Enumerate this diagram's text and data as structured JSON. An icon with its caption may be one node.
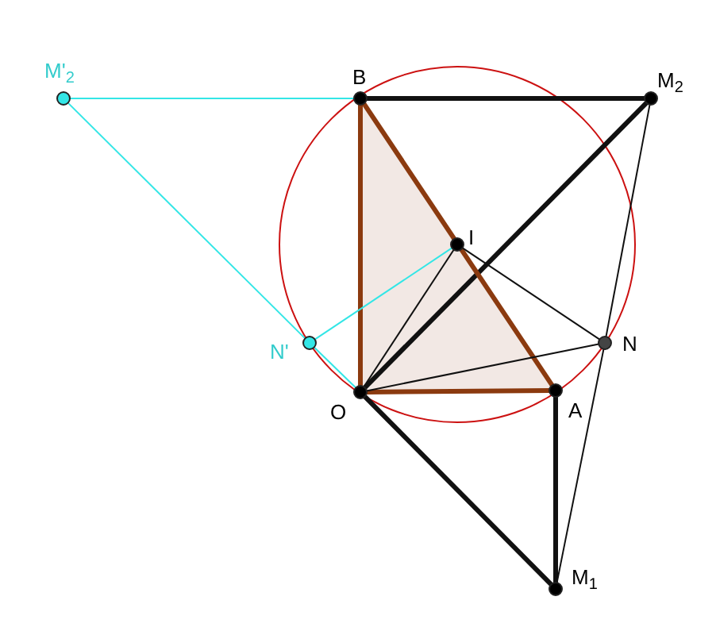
{
  "diagram": {
    "nodes": [
      {
        "text": [],
        "shape": "circle",
        "beside": [
          "M'$_{2}$"
        ]
      },
      {
        "text": [],
        "shape": "circle",
        "beside": [
          "B"
        ]
      },
      {
        "text": [],
        "shape": "circle",
        "beside": [
          "M$_{2}$"
        ]
      },
      {
        "text": [],
        "shape": "circle",
        "beside": [
          "I"
        ]
      },
      {
        "text": [],
        "shape": "circle",
        "beside": [
          "N'"
        ]
      },
      {
        "text": [],
        "shape": "circle",
        "beside": [
          "N"
        ]
      },
      {
        "text": [],
        "shape": "circle",
        "beside": [
          "O"
        ]
      },
      {
        "text": [],
        "shape": "circle",
        "beside": [
          "A"
        ]
      },
      {
        "text": [],
        "shape": "circle",
        "beside": [
          "M$_{1}$"
        ]
      }
    ],
    "edges": [
      {
        "from": 1,
        "to": 2,
        "arrow": "none",
        "style": "thick"
      },
      {
        "from": 6,
        "to": 2,
        "arrow": "none",
        "style": "thick"
      },
      {
        "from": 6,
        "to": 8,
        "arrow": "none",
        "style": "thick"
      },
      {
        "from": 7,
        "to": 8,
        "arrow": "none",
        "style": "thick"
      },
      {
        "from": 6,
        "to": 1,
        "arrow": "none",
        "style": "thick",
        "color": "#8b3a0f"
      },
      {
        "from": 1,
        "to": 7,
        "arrow": "none",
        "style": "thick",
        "color": "#8b3a0f"
      },
      {
        "from": 6,
        "to": 7,
        "arrow": "none",
        "style": "thick",
        "color": "#8b3a0f"
      },
      {
        "from": 2,
        "to": 5,
        "arrow": "none"
      },
      {
        "from": 5,
        "to": 8,
        "arrow": "none"
      },
      {
        "from": 3,
        "to": 5,
        "arrow": "none"
      },
      {
        "from": 6,
        "to": 5,
        "arrow": "none"
      },
      {
        "from": 6,
        "to": 3,
        "arrow": "none"
      },
      {
        "from": 0,
        "to": 1,
        "arrow": "none",
        "color": "#33e6e6"
      },
      {
        "from": 0,
        "to": 4,
        "arrow": "none",
        "color": "#33e6e6"
      },
      {
        "from": 4,
        "to": 6,
        "arrow": "none",
        "color": "#33e6e6"
      },
      {
        "from": 4,
        "to": 3,
        "arrow": "none",
        "color": "#33e6e6"
      }
    ]
  }
}
